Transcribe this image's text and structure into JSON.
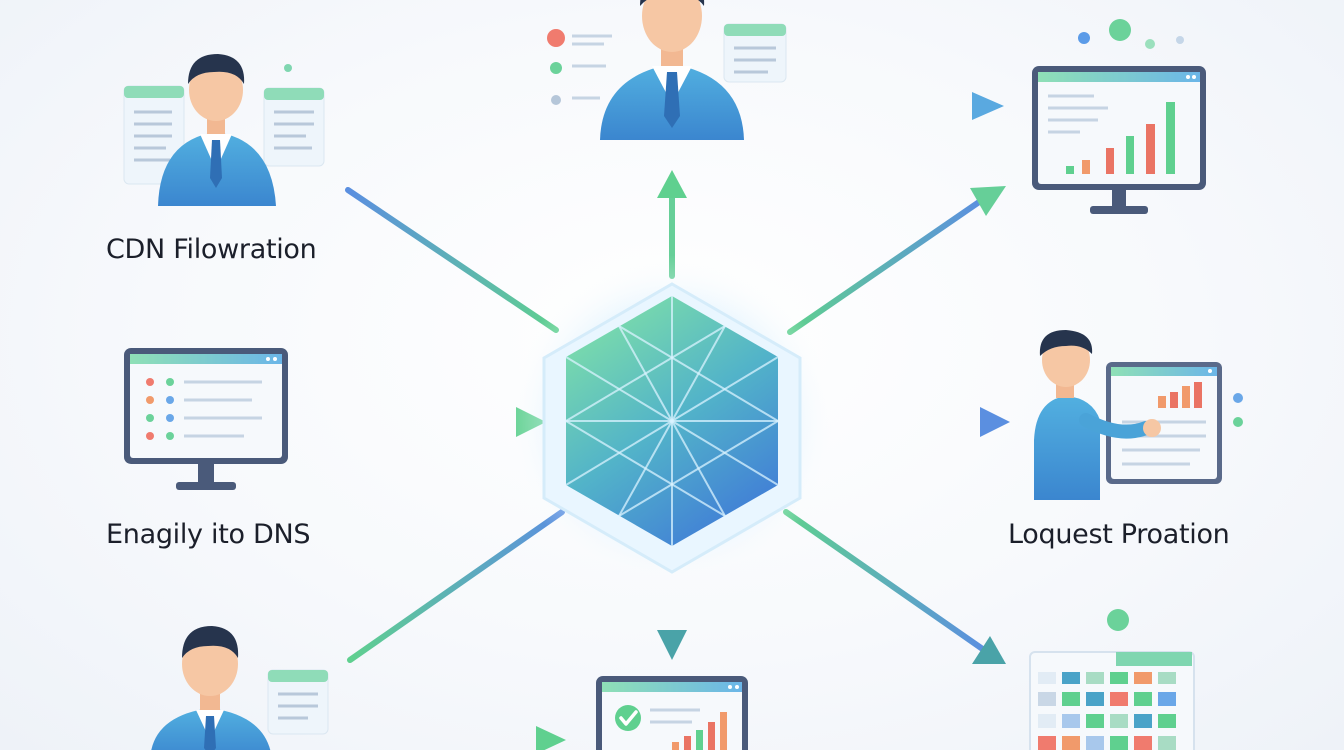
{
  "labels": {
    "top_left": "CDN Filowration",
    "middle_left": "Enagily ito DNS",
    "middle_right": "Loquest Proation"
  },
  "colors": {
    "arrow_green": "#5fd08f",
    "arrow_blue": "#5b8fe0",
    "suit_blue": "#3f95d6",
    "skin": "#f6c7a4",
    "hair": "#26344d",
    "monitor_frame": "#4a5a7a",
    "screen_header": "#7fd6b0",
    "bar_orange": "#f19a6b",
    "bar_red": "#ea7464",
    "bar_green": "#5fd08f",
    "dot_red": "#f07b6e",
    "dot_green": "#6bd29a",
    "dot_blue": "#6aa7e8",
    "hub_top": "#7fe0a8",
    "hub_bottom": "#3f78d8"
  },
  "nodes": [
    {
      "name": "person-with-documents",
      "icon": "businessman-icon"
    },
    {
      "name": "presenter-top",
      "icon": "businessman-icon"
    },
    {
      "name": "analytics-monitor-top-right",
      "icon": "monitor-chart-icon"
    },
    {
      "name": "list-monitor-left",
      "icon": "monitor-list-icon"
    },
    {
      "name": "hub",
      "icon": "hexagon-grid-icon"
    },
    {
      "name": "person-at-chart",
      "icon": "presenter-icon"
    },
    {
      "name": "person-bottom-left",
      "icon": "businessman-icon"
    },
    {
      "name": "check-monitor-bottom",
      "icon": "monitor-check-icon"
    },
    {
      "name": "grid-dashboard-bottom-right",
      "icon": "grid-dashboard-icon"
    }
  ]
}
